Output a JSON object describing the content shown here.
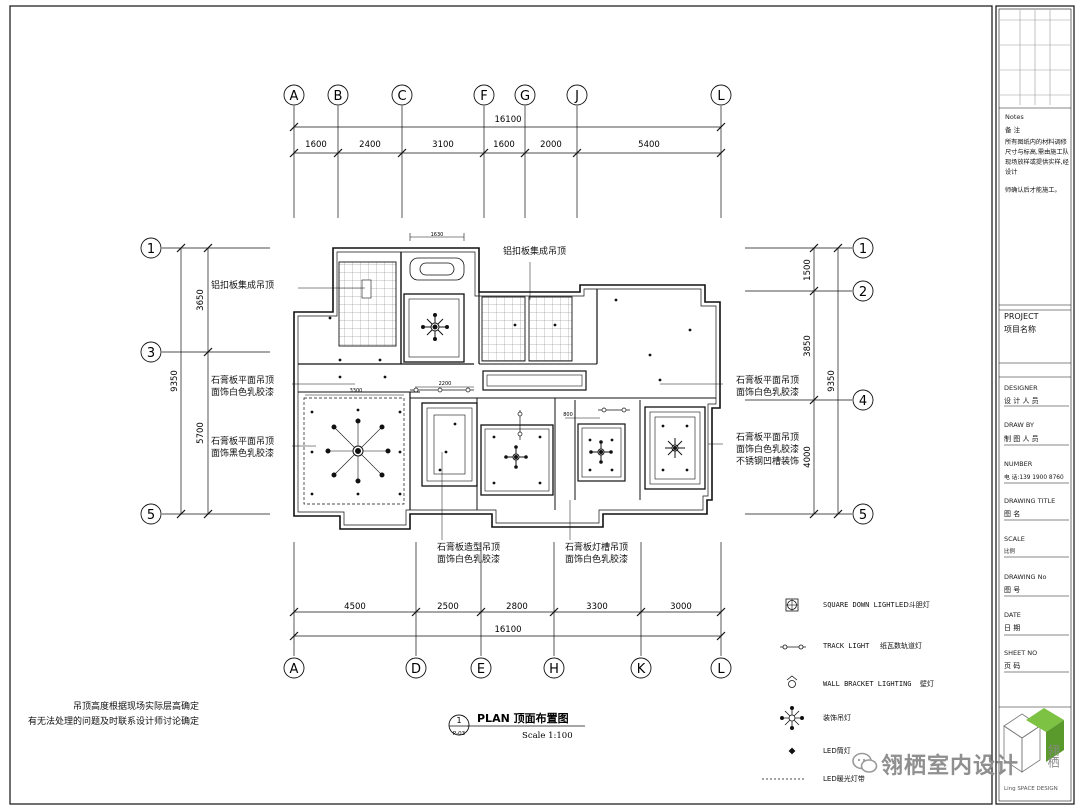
{
  "plan": {
    "num": "1",
    "ref": "P-03",
    "title": "PLAN 顶面布置图",
    "scale": "Scale 1:100"
  },
  "grid_top": {
    "letters": [
      "A",
      "B",
      "C",
      "F",
      "G",
      "J",
      "L"
    ],
    "total": "16100",
    "dims": [
      "1600",
      "2400",
      "3100",
      "1600",
      "2000",
      "5400"
    ]
  },
  "grid_bottom": {
    "letters": [
      "A",
      "D",
      "E",
      "H",
      "K",
      "L"
    ],
    "total": "16100",
    "dims": [
      "4500",
      "2500",
      "2800",
      "3300",
      "3000"
    ]
  },
  "grid_left": {
    "numbers": [
      "1",
      "3",
      "5"
    ],
    "total": "9350",
    "dims": [
      "3650",
      "5700"
    ]
  },
  "grid_right": {
    "numbers": [
      "1",
      "2",
      "4",
      "5"
    ],
    "total": "9350",
    "dims": [
      "1500",
      "3850",
      "4000"
    ]
  },
  "room_dims": {
    "d1630": "1630",
    "d3300": "3300",
    "d2200": "2200",
    "d800": "800"
  },
  "annotations": {
    "a1": "铝扣板集成吊顶",
    "a2": "铝扣板集成吊顶",
    "a3l1": "石膏板平面吊顶",
    "a3l2": "面饰白色乳胶漆",
    "a4l1": "石膏板平面吊顶",
    "a4l2": "面饰黑色乳胶漆",
    "a5l1": "石膏板平面吊顶",
    "a5l2": "面饰白色乳胶漆",
    "a6l1": "石膏板平面吊顶",
    "a6l2": "面饰白色乳胶漆",
    "a6l3": "不锈钢凹槽装饰",
    "a7l1": "石膏板造型吊顶",
    "a7l2": "面饰白色乳胶漆",
    "a8l1": "石膏板灯槽吊顶",
    "a8l2": "面饰白色乳胶漆"
  },
  "legend": [
    {
      "en": "SQUARE DOWN LIGHT",
      "cn": "LED斗胆灯",
      "icon": "square-down-light-icon"
    },
    {
      "en": "TRACK LIGHT",
      "cn": "纸瓦数轨道灯",
      "icon": "track-light-icon"
    },
    {
      "en": "WALL BRACKET LIGHTING",
      "cn": "壁灯",
      "icon": "wall-bracket-light-icon"
    },
    {
      "en": "",
      "cn": "装饰吊灯",
      "icon": "chandelier-icon"
    },
    {
      "en": "",
      "cn": "LED筒灯",
      "icon": "led-downlight-icon"
    },
    {
      "en": "",
      "cn": "LED暖光灯带",
      "icon": "led-strip-icon"
    }
  ],
  "bottom_notes": {
    "line1": "吊顶高度根据现场实际层高确定",
    "line2": "有无法处理的问题及时联系设计师讨论确定"
  },
  "title_block": {
    "notes_h": "Notes",
    "notes_cn": "备 注",
    "notes_body": "所有图纸内的材料调修尺寸与标高,需由施工队现场放样或提供实样,经设计",
    "notes_body2": "师确认后才能施工。",
    "project_h": "PROJECT",
    "project_v": "项目名称",
    "designer_h": "DESIGNER",
    "designer_v": "设 计 人 员",
    "drawby_h": "DRAW BY",
    "drawby_v": "制 图 人 员",
    "number_h": "NUMBER",
    "number_v": "电 话:139 1900 8760",
    "dtitle_h": "DRAWING TITLE",
    "dtitle_v": "图 名",
    "scale_h": "SCALE",
    "scale_v": "比例",
    "dno_h": "DRAWING No",
    "dno_v": "图 号",
    "date_h": "DATE",
    "date_v": "日 期",
    "sheet_h": "SHEET NO",
    "sheet_v": "页 码",
    "logo_cn": "翎栖",
    "logo_en": "Ling SPACE DESIGN"
  },
  "watermark": {
    "text": "翎栖室内设计"
  },
  "colors": {
    "logo_green": "#7dc242",
    "line": "#111111"
  }
}
